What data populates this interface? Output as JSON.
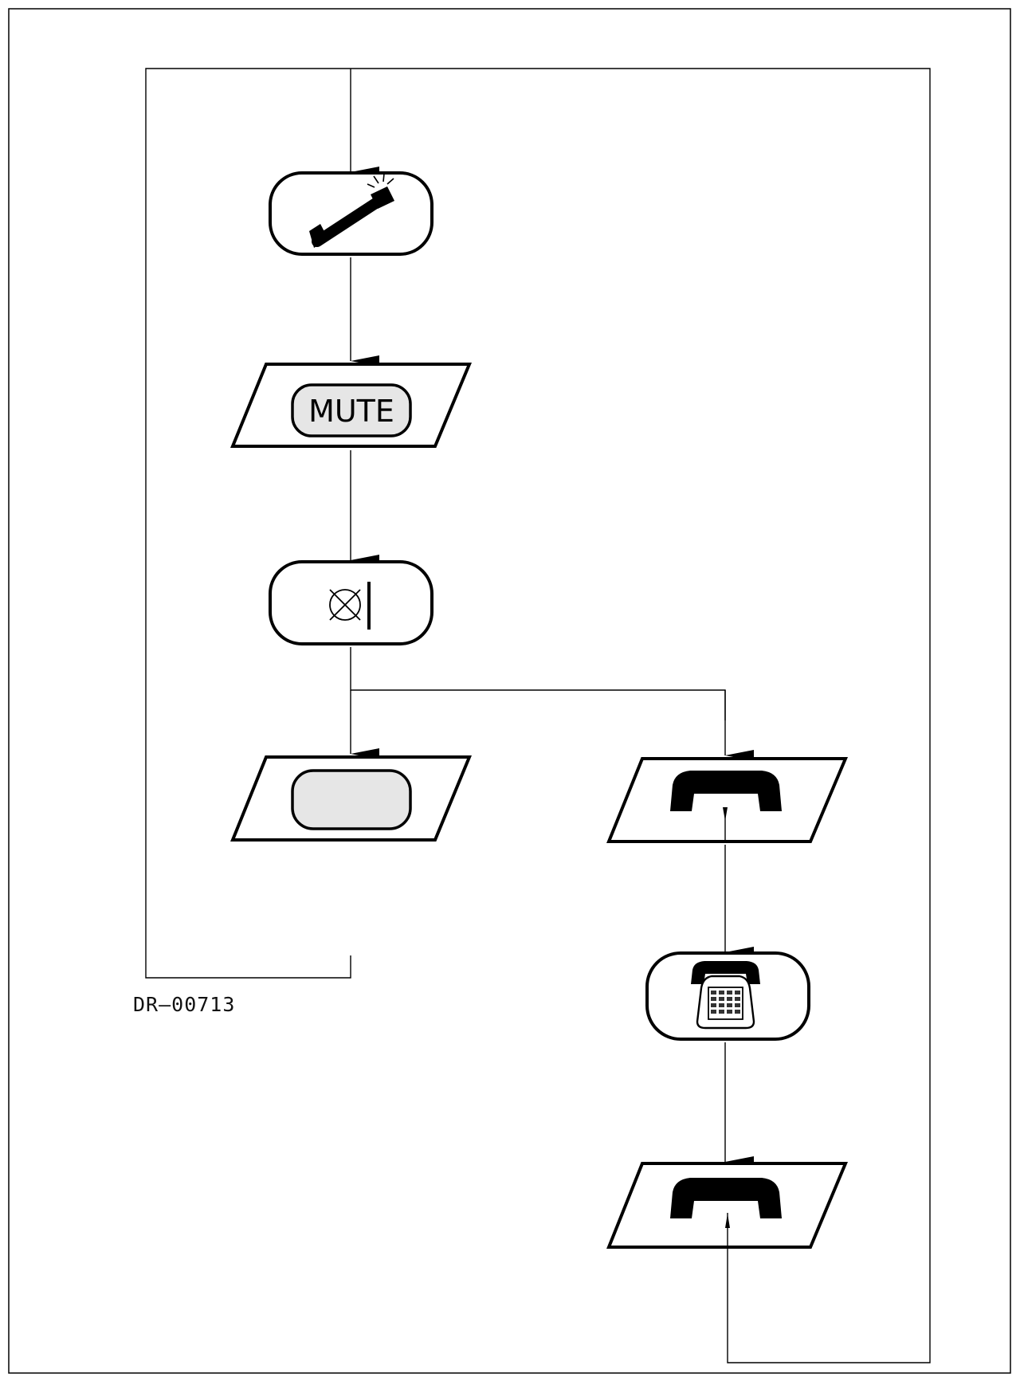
{
  "diagram": {
    "reference_code": "DR—00713",
    "steps": [
      {
        "id": "incoming-call",
        "icon": "ringing-handset-icon"
      },
      {
        "id": "press-mute",
        "button_label": "MUTE"
      },
      {
        "id": "microphone-muted",
        "icon": "muted-speaker-icon"
      },
      {
        "id": "press-button",
        "button_label": ""
      },
      {
        "id": "replace-handset",
        "icon": "handset-down-icon"
      },
      {
        "id": "telephone-idle",
        "icon": "desk-telephone-icon"
      },
      {
        "id": "lift-handset",
        "icon": "handset-up-icon"
      }
    ]
  }
}
